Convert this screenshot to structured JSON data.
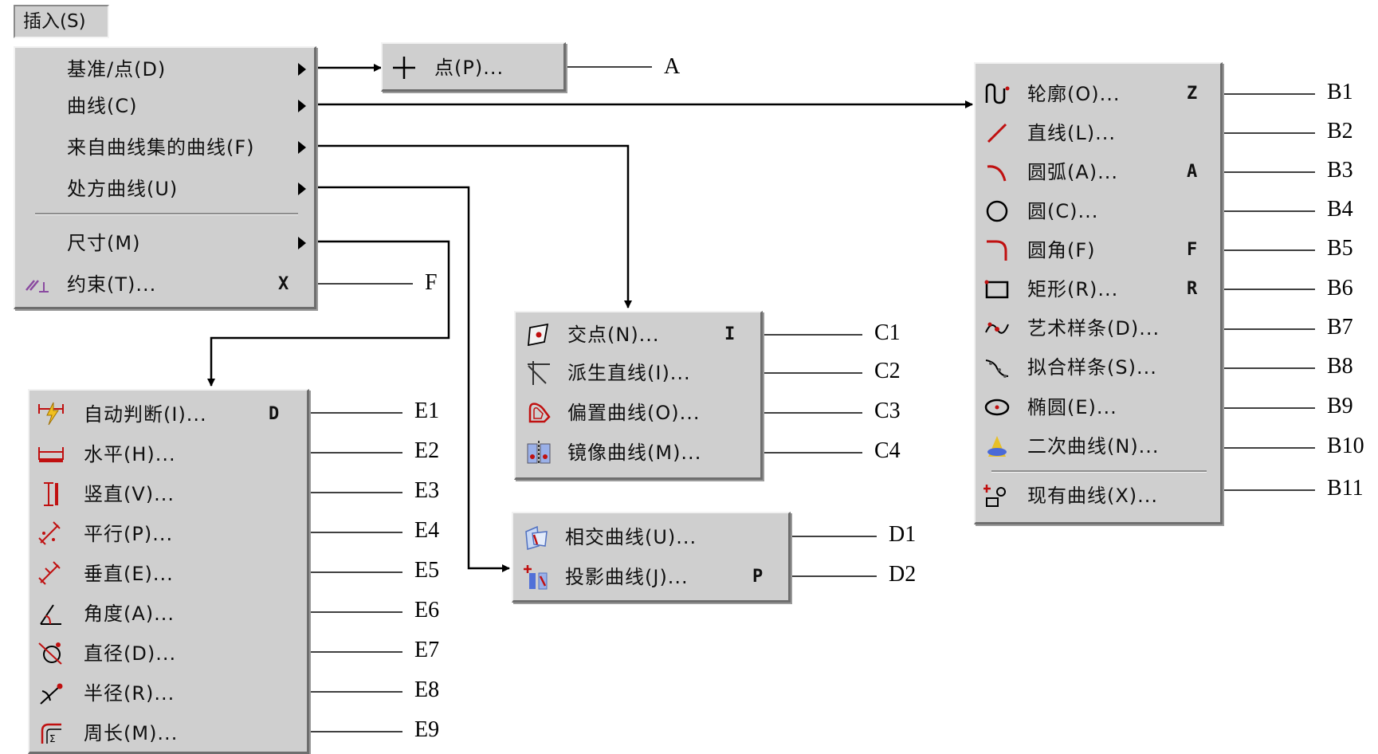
{
  "insert_menu": {
    "title": "插入(S)",
    "items": [
      {
        "label": "基准/点(D)",
        "submenu": true
      },
      {
        "label": "曲线(C)",
        "submenu": true
      },
      {
        "label": "来自曲线集的曲线(F)",
        "submenu": true
      },
      {
        "label": "处方曲线(U)",
        "submenu": true
      },
      {
        "label": "尺寸(M)",
        "submenu": true
      },
      {
        "label": "约束(T)...",
        "accel": "X"
      }
    ]
  },
  "point_menu": {
    "label": "点(P)...",
    "icon": "plus-icon"
  },
  "curve_menu": {
    "items": [
      {
        "label": "轮廓(O)...",
        "accel": "Z",
        "icon": "profile-icon"
      },
      {
        "label": "直线(L)...",
        "accel": "",
        "icon": "line-icon"
      },
      {
        "label": "圆弧(A)...",
        "accel": "A",
        "icon": "arc-icon"
      },
      {
        "label": "圆(C)...",
        "accel": "",
        "icon": "circle-icon"
      },
      {
        "label": "圆角(F)",
        "accel": "F",
        "icon": "fillet-icon"
      },
      {
        "label": "矩形(R)...",
        "accel": "R",
        "icon": "rectangle-icon"
      },
      {
        "label": "艺术样条(D)...",
        "accel": "",
        "icon": "studio-spline-icon"
      },
      {
        "label": "拟合样条(S)...",
        "accel": "",
        "icon": "fit-spline-icon"
      },
      {
        "label": "椭圆(E)...",
        "accel": "",
        "icon": "ellipse-icon"
      },
      {
        "label": "二次曲线(N)...",
        "accel": "",
        "icon": "conic-icon"
      },
      {
        "label": "现有曲线(X)...",
        "accel": "",
        "icon": "existing-curve-icon"
      }
    ]
  },
  "curve_from_curves_menu": {
    "items": [
      {
        "label": "交点(N)...",
        "accel": "I",
        "icon": "intersection-point-icon"
      },
      {
        "label": "派生直线(I)...",
        "accel": "",
        "icon": "derived-line-icon"
      },
      {
        "label": "偏置曲线(O)...",
        "accel": "",
        "icon": "offset-curve-icon"
      },
      {
        "label": "镜像曲线(M)...",
        "accel": "",
        "icon": "mirror-curve-icon"
      }
    ]
  },
  "recipe_curve_menu": {
    "items": [
      {
        "label": "相交曲线(U)...",
        "accel": "",
        "icon": "intersection-curve-icon"
      },
      {
        "label": "投影曲线(J)...",
        "accel": "P",
        "icon": "project-curve-icon"
      }
    ]
  },
  "dimension_menu": {
    "items": [
      {
        "label": "自动判断(I)...",
        "accel": "D",
        "icon": "inferred-dimension-icon"
      },
      {
        "label": "水平(H)...",
        "accel": "",
        "icon": "horizontal-dimension-icon"
      },
      {
        "label": "竖直(V)...",
        "accel": "",
        "icon": "vertical-dimension-icon"
      },
      {
        "label": "平行(P)...",
        "accel": "",
        "icon": "parallel-dimension-icon"
      },
      {
        "label": "垂直(E)...",
        "accel": "",
        "icon": "perpendicular-dimension-icon"
      },
      {
        "label": "角度(A)...",
        "accel": "",
        "icon": "angular-dimension-icon"
      },
      {
        "label": "直径(D)...",
        "accel": "",
        "icon": "diameter-dimension-icon"
      },
      {
        "label": "半径(R)...",
        "accel": "",
        "icon": "radius-dimension-icon"
      },
      {
        "label": "周长(M)...",
        "accel": "",
        "icon": "perimeter-dimension-icon"
      }
    ]
  },
  "callouts": {
    "A": "A",
    "F": "F",
    "B": [
      "B1",
      "B2",
      "B3",
      "B4",
      "B5",
      "B6",
      "B7",
      "B8",
      "B9",
      "B10",
      "B11"
    ],
    "C": [
      "C1",
      "C2",
      "C3",
      "C4"
    ],
    "D": [
      "D1",
      "D2"
    ],
    "E": [
      "E1",
      "E2",
      "E3",
      "E4",
      "E5",
      "E6",
      "E7",
      "E8",
      "E9"
    ]
  }
}
